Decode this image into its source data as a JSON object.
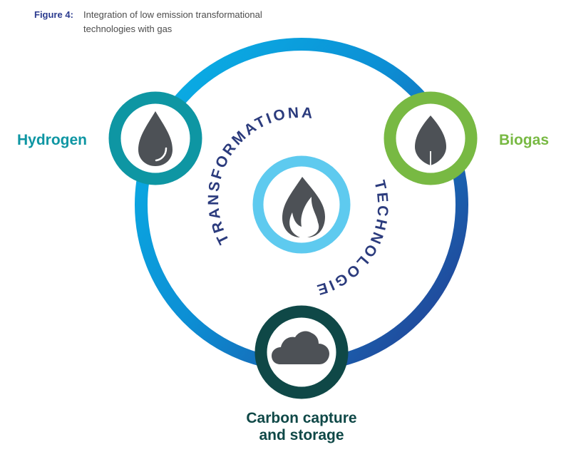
{
  "figure": {
    "label": "Figure 4:",
    "title": "Integration of low emission transformational technologies with gas"
  },
  "diagram": {
    "center_icon": "flame-icon",
    "arc_text_top": "TRANSFORMATIONAL",
    "arc_text_bottom": "TECHNOLOGIES",
    "nodes": {
      "hydrogen": {
        "label": "Hydrogen",
        "icon": "water-drop-icon",
        "color": "#0e96a3"
      },
      "biogas": {
        "label": "Biogas",
        "icon": "leaf-icon",
        "color": "#78b943"
      },
      "ccs": {
        "label_line1": "Carbon capture",
        "label_line2": "and storage",
        "icon": "cloud-icon",
        "color": "#0f4847"
      }
    }
  },
  "colors": {
    "ring_light": "#0ab0e6",
    "ring_dark": "#233f93",
    "center_ring": "#5ecaef",
    "arc_text": "#2b3b7d",
    "icon_fill": "#4d5156"
  }
}
